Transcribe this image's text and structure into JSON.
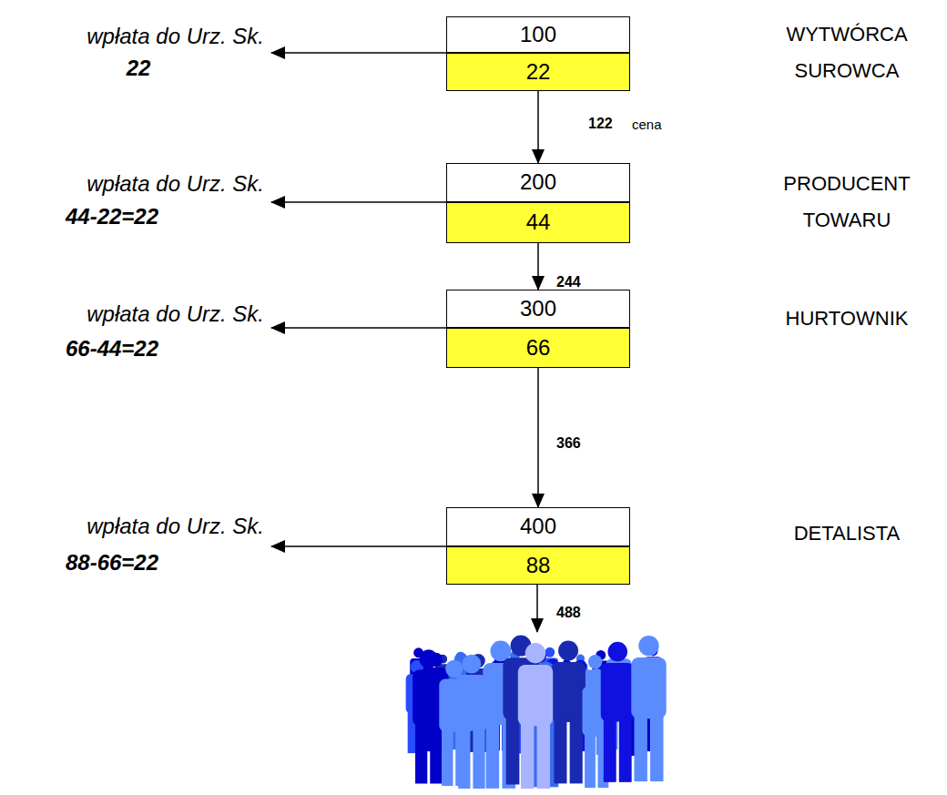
{
  "diagram": {
    "nodes": [
      {
        "text": [
          "100"
        ]
      },
      {
        "text": [
          "22"
        ]
      },
      {
        "text": [
          "200"
        ]
      },
      {
        "text": [
          "44"
        ]
      },
      {
        "text": [
          "300"
        ]
      },
      {
        "text": [
          "66"
        ]
      },
      {
        "text": [
          "400"
        ]
      },
      {
        "text": [
          "88"
        ]
      }
    ],
    "edges": [
      {
        "from": 1,
        "to": 2,
        "label": "122",
        "arrow": "to"
      },
      {
        "from": 3,
        "to": 4,
        "label": "244",
        "arrow": "to"
      },
      {
        "from": 5,
        "to": 6,
        "label": "366",
        "arrow": "to"
      }
    ],
    "labels": [
      "wpłata do Urz. Sk.",
      "22",
      "WYTWÓRCA SUROWCA",
      "cena",
      "wpłata do Urz. Sk.",
      "44-22=22",
      "PRODUCENT TOWARU",
      "wpłata do Urz. Sk.",
      "66-44=22",
      "HURTOWNIK",
      "wpłata do Urz. Sk.",
      "88-66=22",
      "DETALISTA",
      "488"
    ]
  }
}
